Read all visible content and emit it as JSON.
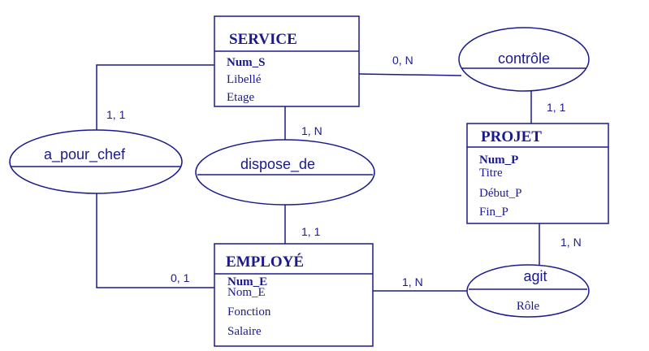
{
  "entities": {
    "service": {
      "title": "SERVICE",
      "key": "Num_S",
      "attributes": [
        "Libellé",
        "Etage"
      ]
    },
    "projet": {
      "title": "PROJET",
      "key": "Num_P",
      "attributes": [
        "Titre",
        "Début_P",
        "Fin_P"
      ]
    },
    "employe": {
      "title": "EMPLOYÉ",
      "key": "Num_E",
      "attributes": [
        "Nom_E",
        "Fonction",
        "Salaire"
      ]
    }
  },
  "relations": {
    "controle": {
      "name": "contrôle",
      "attribute": ""
    },
    "a_pour_chef": {
      "name": "a_pour_chef",
      "attribute": ""
    },
    "dispose_de": {
      "name": "dispose_de",
      "attribute": ""
    },
    "agit": {
      "name": "agit",
      "attribute": "Rôle"
    }
  },
  "cardinalities": {
    "service_controle": "0, N",
    "projet_controle": "1, 1",
    "service_a_pour_chef": "1, 1",
    "employe_a_pour_chef": "0, 1",
    "service_dispose_de": "1, N",
    "employe_dispose_de": "1, 1",
    "projet_agit": "1, N",
    "employe_agit": "1, N"
  },
  "colors": {
    "ink": "#1a1a8c",
    "background": "#ffffff"
  }
}
